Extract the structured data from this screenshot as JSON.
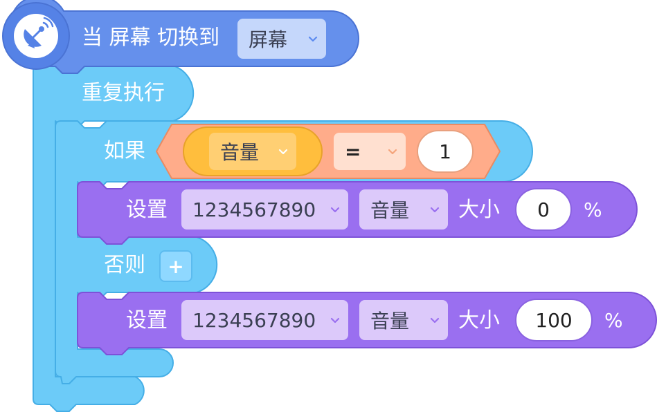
{
  "event": {
    "label": "当 屏幕 切换到",
    "screen_dropdown": "屏幕",
    "icon": "satellite-dish-icon"
  },
  "loop": {
    "label": "重复执行"
  },
  "if_block": {
    "if_label": "如果",
    "condition": {
      "variable": "音量",
      "operator": "=",
      "value": "1"
    },
    "else_label": "否则",
    "add_label": "+"
  },
  "set_then": {
    "label": "设置",
    "target": "1234567890",
    "property": "音量",
    "size_label": "大小",
    "value": "0",
    "unit": "%"
  },
  "set_else": {
    "label": "设置",
    "target": "1234567890",
    "property": "音量",
    "size_label": "大小",
    "value": "100",
    "unit": "%"
  },
  "colors": {
    "event": "#6590ec",
    "control": "#6ccbf8",
    "operator": "#ffac8a",
    "variable": "#ffbe3d",
    "action": "#9a6ff0"
  }
}
